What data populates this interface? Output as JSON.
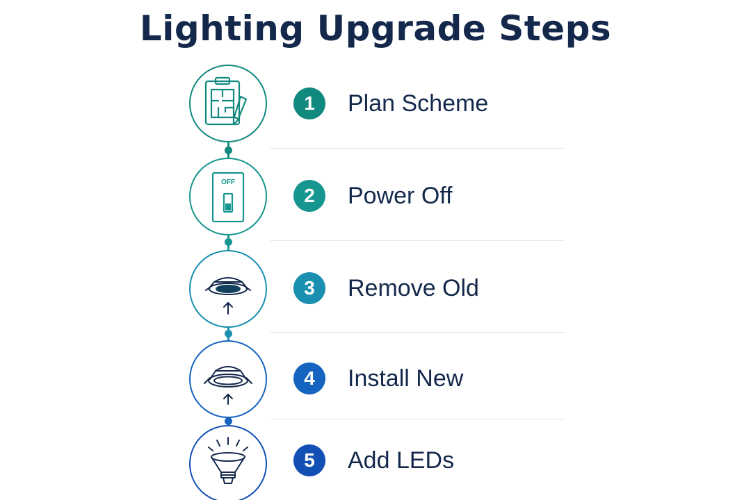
{
  "title": "Lighting Upgrade Steps",
  "colors": {
    "navy": "#14284b",
    "step1": "#12897f",
    "step2": "#17958f",
    "step3": "#1a8fb0",
    "step4": "#1565c0",
    "step5": "#1350b4"
  },
  "steps": [
    {
      "number": "1",
      "label": "Plan Scheme",
      "icon": "floor-plan-clipboard-icon"
    },
    {
      "number": "2",
      "label": "Power Off",
      "icon": "light-switch-off-icon",
      "switch_text": "OFF"
    },
    {
      "number": "3",
      "label": "Remove Old",
      "icon": "old-downlight-remove-icon"
    },
    {
      "number": "4",
      "label": "Install New",
      "icon": "new-downlight-install-icon"
    },
    {
      "number": "5",
      "label": "Add LEDs",
      "icon": "led-bulb-icon"
    }
  ]
}
